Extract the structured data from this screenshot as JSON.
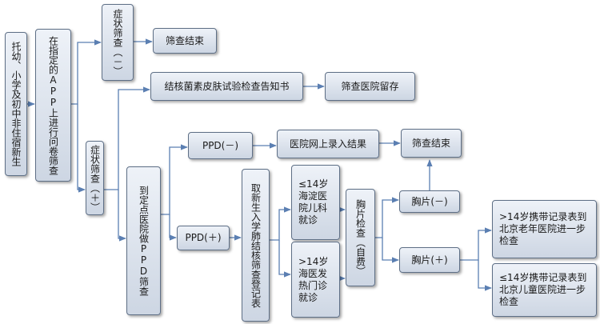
{
  "nodes": {
    "start": "托幼、小学及初中非住宿新生",
    "app_survey": "在指定的APP上进行问卷筛查",
    "symptom_neg": "症状筛查（－）",
    "end_1": "筛查结束",
    "symptom_pos": "症状筛查（＋）",
    "tb_notice": "结核菌素皮肤试验检查告知书",
    "hospital_archive": "筛查医院留存",
    "ppd_test": "到定点医院做PPD筛查",
    "ppd_neg": "PPD(－)",
    "record_online": "医院网上录入结果",
    "end_2": "筛查结束",
    "ppd_pos": "PPD(＋)",
    "get_form": "取新生入学肺结核筛查登记表",
    "under14_haidian": "≤14岁海淀医院儿科就诊",
    "over14_haidian": ">14岁海医发热门诊就诊",
    "xray": "胸片检查（自费）",
    "xray_neg": "胸片(－)",
    "xray_pos": "胸片(＋)",
    "over14_refer": ">14岁携带记录表到北京老年医院进一步检查",
    "under14_refer": "≤14岁携带记录表到北京儿童医院进一步检查"
  }
}
